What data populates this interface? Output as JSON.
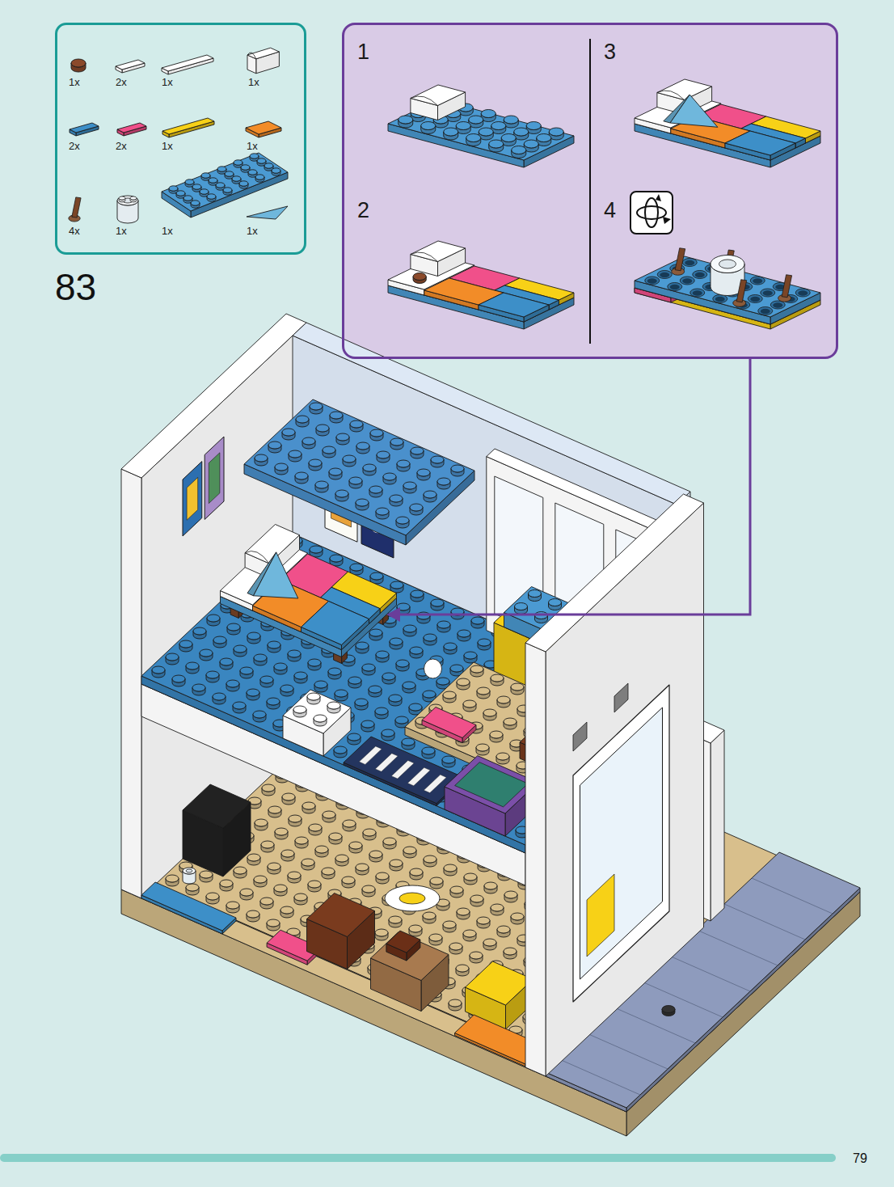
{
  "diagram": {
    "nodes": [
      {
        "text": [
          "1x",
          "2x",
          "1x",
          "1x",
          "2x",
          "2x",
          "1x",
          "1x",
          "4x",
          "1x",
          "1x",
          "1x"
        ]
      },
      {
        "text": [
          "1",
          "2",
          "3",
          "4"
        ]
      }
    ],
    "labels": [
      "83",
      "79"
    ]
  }
}
